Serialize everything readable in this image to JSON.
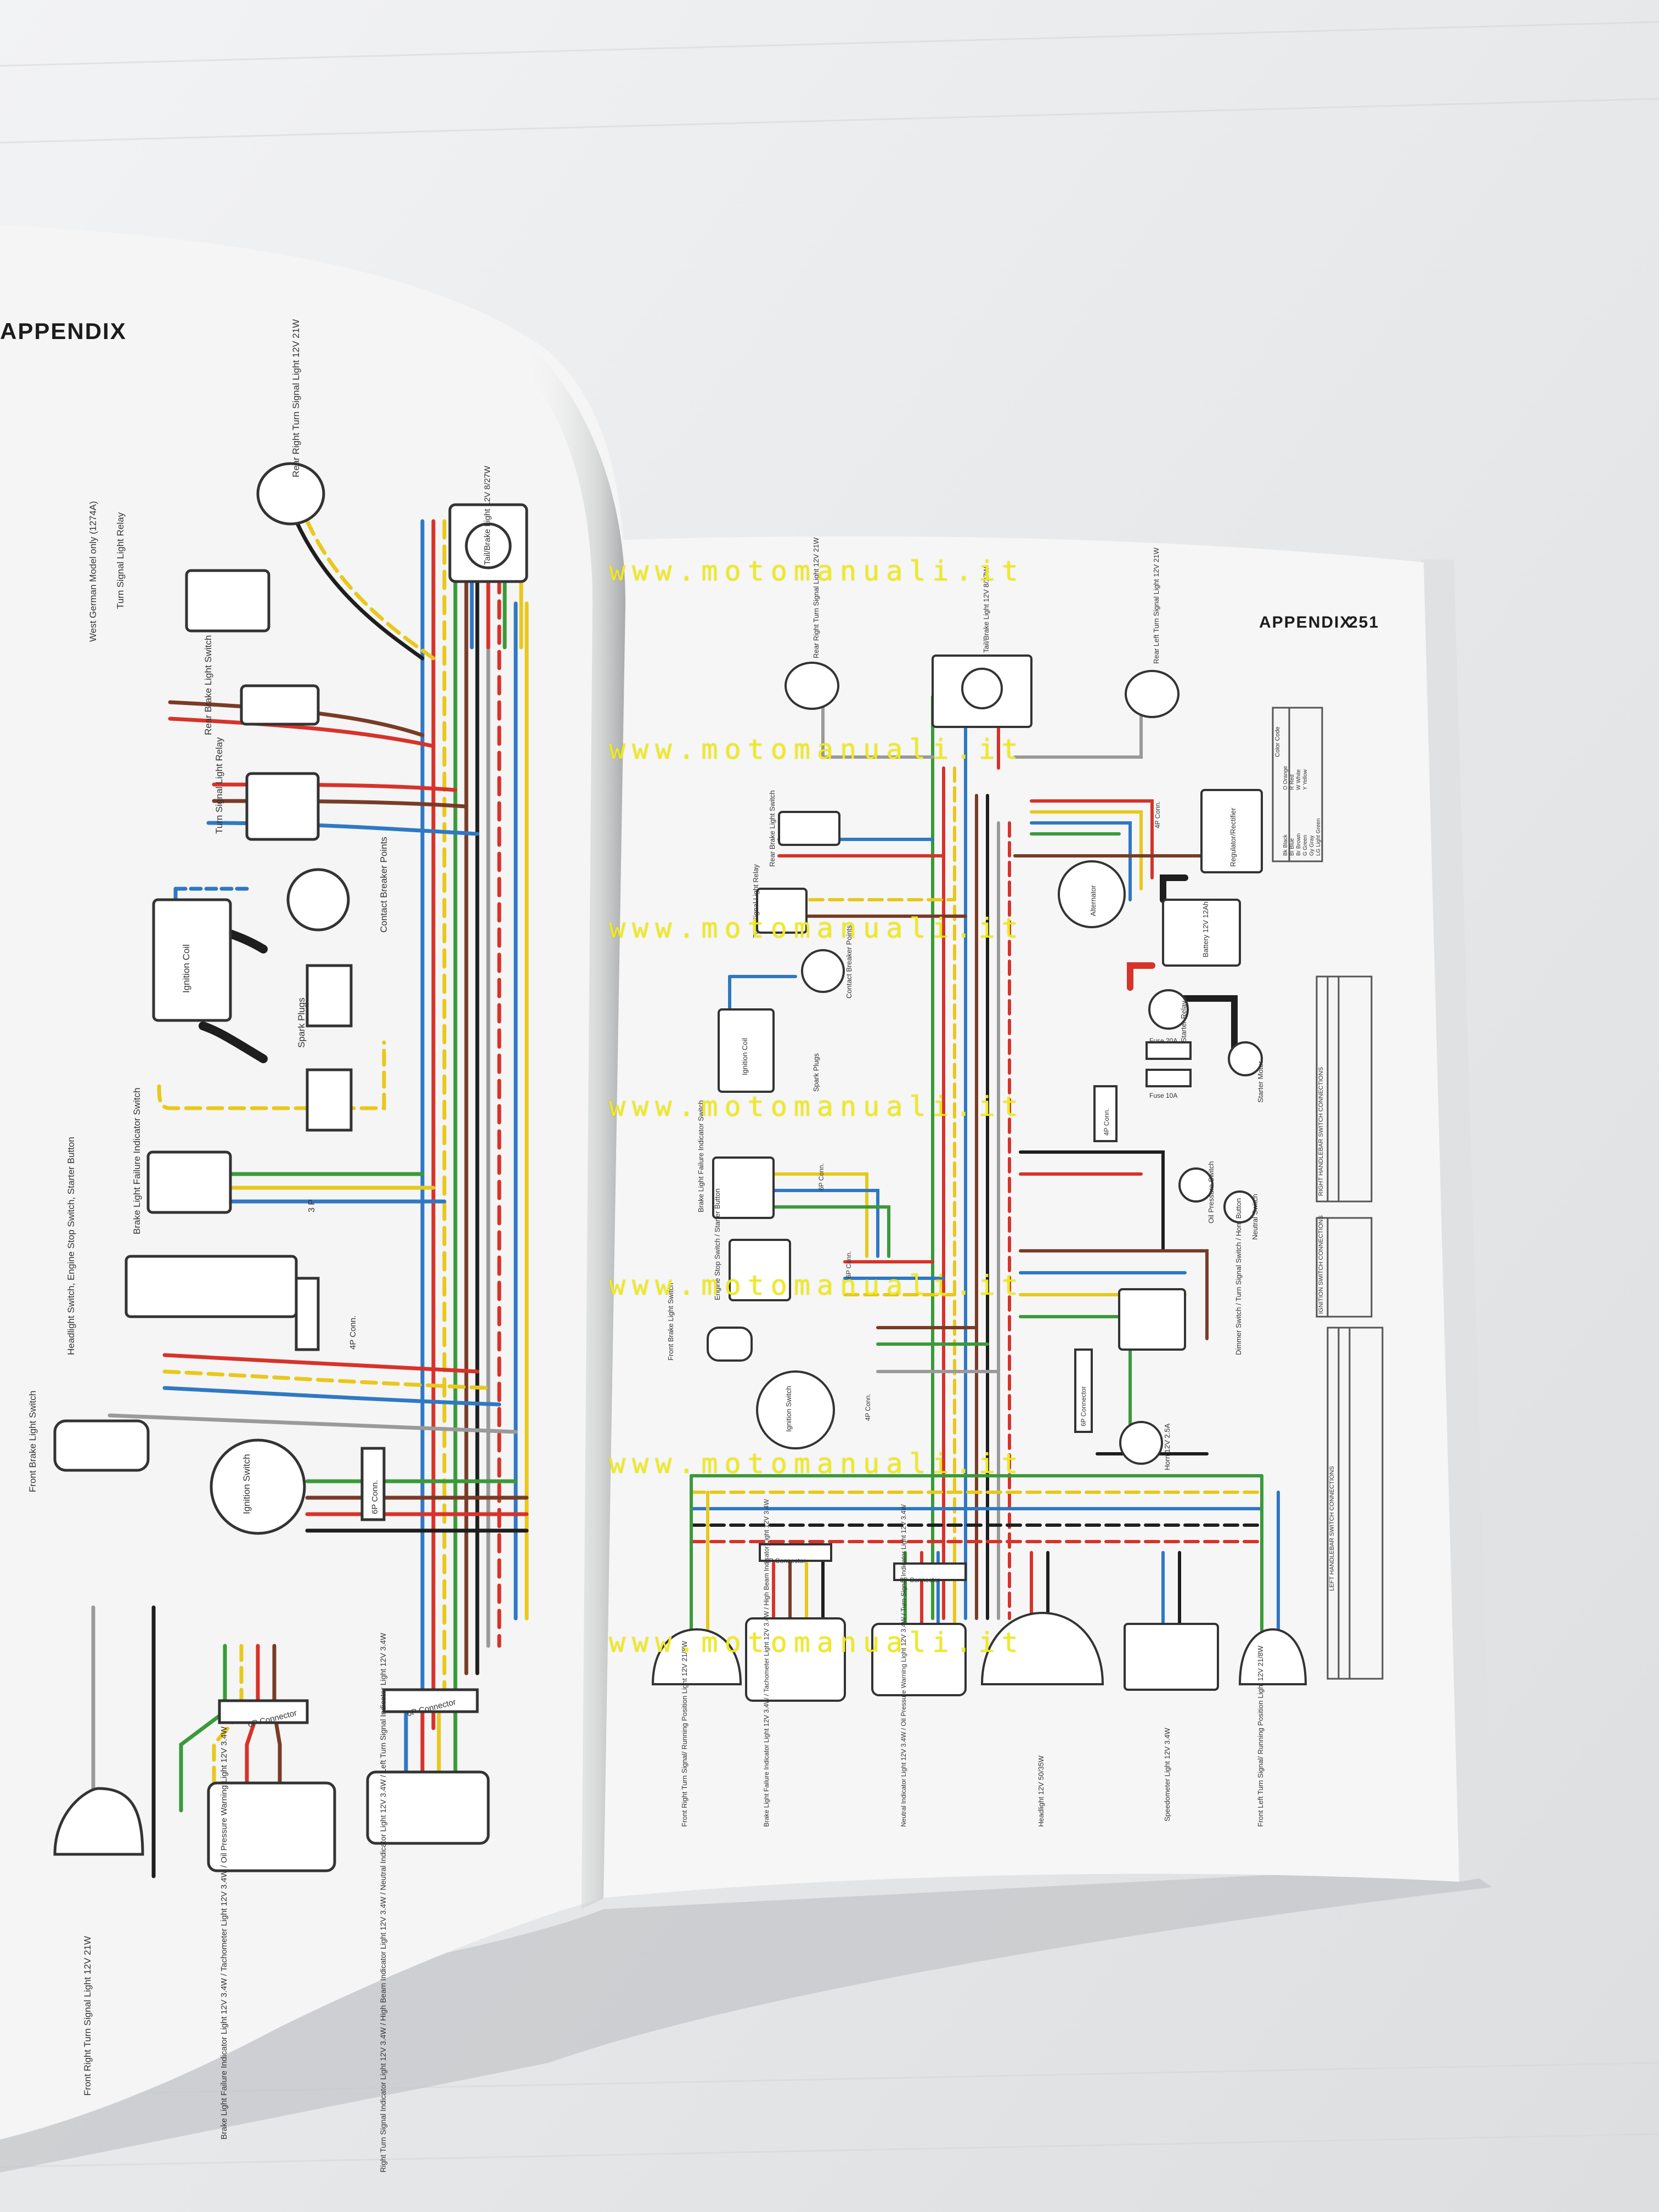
{
  "left_page": {
    "header": "APPENDIX",
    "labels": {
      "west_german": "West German Model only (1274A)",
      "turn_relay_a": "Turn Signal Light Relay",
      "rear_right_turn": "Rear Right Turn Signal Light 12V 21W",
      "tail_brake": "Tail/Brake Light 12V 8/27W",
      "rear_brake_switch": "Rear Brake Light Switch",
      "turn_relay_b": "Turn Signal Light Relay",
      "contact_breaker": "Contact Breaker Points",
      "ignition_coil": "Ignition Coil",
      "spark_plugs": "Spark Plugs",
      "brake_failure": "Brake Light Failure Indicator Switch",
      "handlebar_switch": "Headlight Switch, Engine Stop Switch, Starter Button",
      "front_brake_switch": "Front Brake Light Switch",
      "ignition_switch": "Ignition Switch",
      "front_right_turn": "Front Right Turn Signal Light 12V 21W",
      "left_meter_lights": "Brake Light Failure Indicator Light 12V 3.4W / Tachometer Light 12V 3.4W / Oil Pressure Warning Light 12V 3.4W",
      "left_indicators": "Right Turn Signal Indicator Light 12V 3.4W / High Beam Indicator Light 12V 3.4W / Neutral Indicator Light 12V 3.4W / Left Turn Signal Indicator Light 12V 3.4W"
    },
    "connectors": [
      "3 P",
      "4P Conn.",
      "6P Conn.",
      "6P Connector",
      "6P Connector"
    ]
  },
  "right_page": {
    "header": "APPENDIX",
    "page_number": "251",
    "labels": {
      "rear_right_turn": "Rear Right Turn Signal Light 12V 21W",
      "tail_brake": "Tail/Brake Light 12V 8/27W",
      "rear_left_turn": "Rear Left Turn Signal Light 12V 21W",
      "regulator": "Regulator/Rectifier",
      "alternator": "Alternator",
      "battery": "Battery 12V 12Ah",
      "starter_relay": "Starter Relay",
      "starter_motor": "Starter Motor",
      "rear_brake_switch": "Rear Brake Light Switch",
      "turn_relay": "Turn Signal Light Relay",
      "contact_breaker": "Contact Breaker Points",
      "ignition_coil": "Ignition Coil",
      "spark_plugs": "Spark Plugs",
      "brake_failure": "Brake Light Failure Indicator Switch",
      "engine_stop": "Engine Stop Switch / Starter Button",
      "front_brake": "Front Brake Light Switch",
      "ignition_switch": "Ignition Switch",
      "oil_pressure": "Oil Pressure Switch",
      "neutral_switch": "Neutral Switch",
      "dimmer": "Dimmer Switch / Turn Signal Switch / Horn Button",
      "horn": "Horn 12V 2.5A",
      "fuse_main": "Fuse 20A",
      "fuse_small": "Fuse 10A",
      "front_right_turn": "Front Right Turn Signal/ Running Position Light 12V 21/8W",
      "meter_lights": "Brake Light Failure Indicator Light 12V 3.4W / Tachometer Light 12V 3.4W / High Beam Indicator Light 12V 3.4W",
      "indicator_lights": "Neutral Indicator Light 12V 3.4W / Oil Pressure Warning Light 12V 3.4W / Turn Signal Indicator Light 12V 3.4W",
      "headlight": "Headlight 12V 50/35W",
      "speedometer": "Speedometer Light 12V 3.4W",
      "front_left_turn": "Front Left Turn Signal/ Running Position Light 12V 21/8W"
    },
    "connectors": [
      "6P Conn.",
      "6P Conn.",
      "4P Conn.",
      "4P Conn.",
      "6P Connector",
      "6P Connector",
      "6P Connector",
      "4P Conn."
    ],
    "tables": {
      "color_code": [
        "Color Code",
        "Bk Black",
        "BI Blue",
        "Br Brown",
        "G Green",
        "Gy Gray",
        "LG Light Green",
        "O Orange",
        "R Red",
        "W White",
        "Y Yellow"
      ],
      "right_handlebar": "RIGHT HANDLEBAR SWITCH CONNECTIONS",
      "ignition_switch": "IGNITION SWITCH CONNECTIONS",
      "left_handlebar": "LEFT HANDLEBAR SWITCH CONNECTIONS"
    }
  },
  "watermark": "www.motomanuali.it",
  "colors": {
    "background": "#e9eaec",
    "paper": "#f4f5f4",
    "wire_red": "#d8322a",
    "wire_blue": "#2f78c4",
    "wire_green": "#3a9a3a",
    "wire_yellow": "#e8c81c",
    "wire_brown": "#7a3b26",
    "wire_black": "#1e1e1e",
    "wire_gray": "#9a9a9a",
    "watermark": "#f0ea1a"
  }
}
